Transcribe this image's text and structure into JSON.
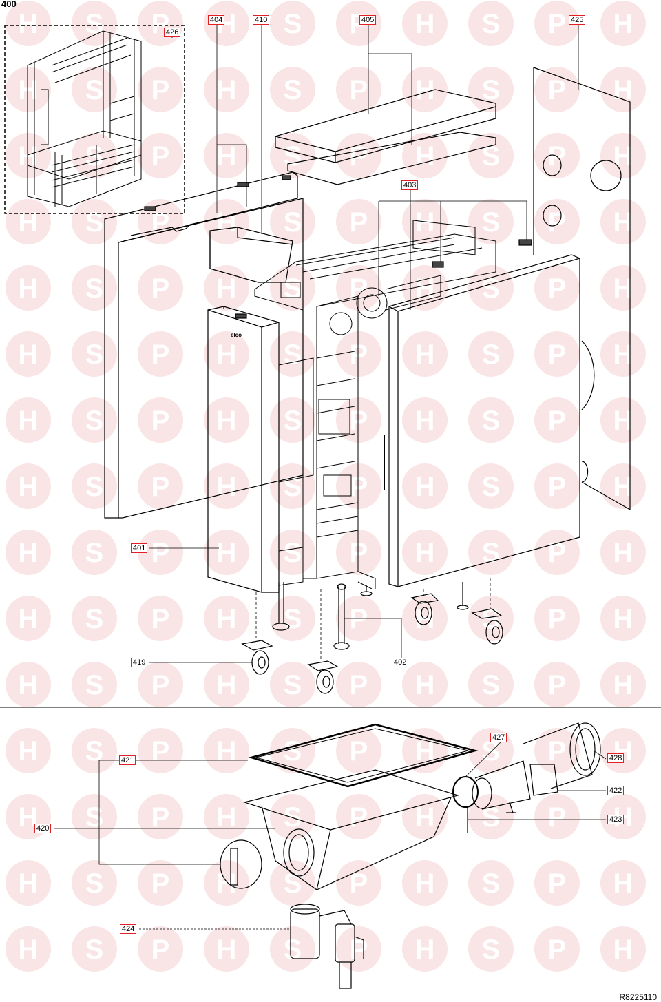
{
  "page": {
    "number": "400",
    "reference": "R8225110"
  },
  "watermark": {
    "letters": [
      "H",
      "S",
      "P"
    ],
    "color": "#f4cfcf",
    "text_color": "#ffffff"
  },
  "colors": {
    "callout_border": "#e31e24",
    "line": "#000000"
  },
  "callouts": {
    "c400": "400",
    "c401": "401",
    "c402": "402",
    "c403": "403",
    "c404": "404",
    "c405": "405",
    "c410": "410",
    "c419": "419",
    "c420": "420",
    "c421": "421",
    "c422": "422",
    "c423": "423",
    "c424": "424",
    "c425": "425",
    "c426": "426",
    "c427": "427",
    "c428": "428"
  },
  "brand_mark": "elco"
}
